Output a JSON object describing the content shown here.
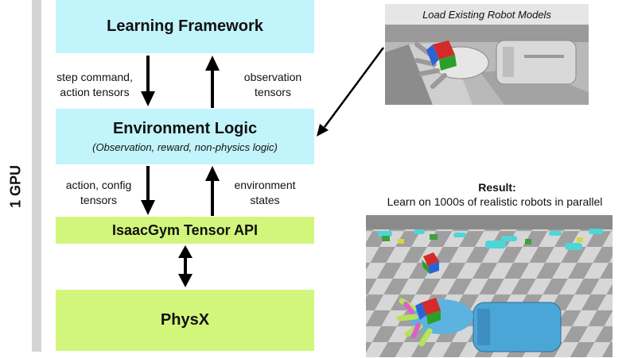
{
  "side_label": "1 GPU",
  "boxes": {
    "learning_framework": "Learning Framework",
    "environment_logic": "Environment Logic",
    "environment_logic_sub": "(Observation, reward, non-physics logic)",
    "tensor_api": "IsaacGym Tensor API",
    "physx": "PhysX"
  },
  "arrow_labels": {
    "step_command_1": "step command,",
    "step_command_2": "action tensors",
    "observation_1": "observation",
    "observation_2": "tensors",
    "action_config_1": "action, config",
    "action_config_2": "tensors",
    "env_states_1": "environment",
    "env_states_2": "states"
  },
  "robot_models": {
    "caption": "Load Existing Robot Models"
  },
  "result": {
    "title": "Result:",
    "subtitle": "Learn on 1000s of realistic robots in parallel"
  },
  "colors": {
    "cyan_box": "#c2f4fb",
    "green_box": "#d2f57c",
    "side_bar": "#d4d4d4"
  },
  "icons": [
    "hand-robot-render",
    "multi-robot-render"
  ]
}
